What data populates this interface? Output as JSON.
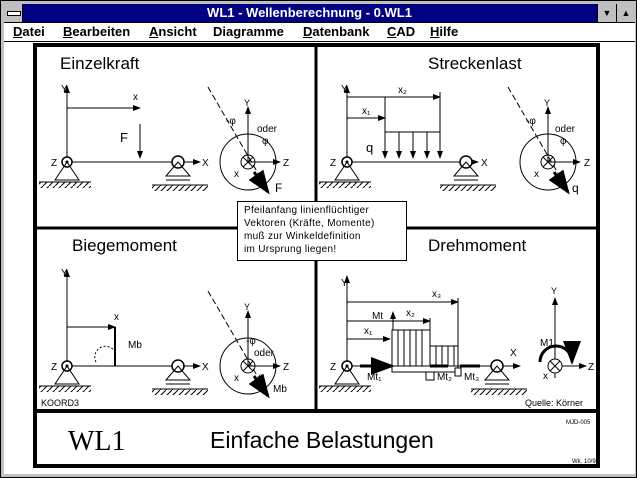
{
  "window": {
    "title": "WL1 - Wellenberechnung - 0.WL1",
    "minimize_glyph": "▼",
    "maximize_glyph": "▲"
  },
  "menu": [
    {
      "label": "Datei",
      "accel": "D",
      "rest": "atei"
    },
    {
      "label": "Bearbeiten",
      "accel": "B",
      "rest": "earbeiten"
    },
    {
      "label": "Ansicht",
      "accel": "A",
      "rest": "nsicht"
    },
    {
      "label": "Diagramme",
      "accel": "",
      "rest": "Diagramme"
    },
    {
      "label": "Datenbank",
      "accel": "D",
      "rest": "atenbank"
    },
    {
      "label": "CAD",
      "accel": "C",
      "rest": "AD"
    },
    {
      "label": "Hilfe",
      "accel": "H",
      "rest": "ilfe"
    }
  ],
  "drawing": {
    "quadrants": {
      "q1": {
        "title": "Einzelkraft",
        "y": "Y",
        "x_axis": "X",
        "z": "Z",
        "dist": "x",
        "force": "F",
        "neg_phi": "-φ",
        "oder": "oder",
        "phi": "φ",
        "x_small": "x",
        "z_small": "Z",
        "y_small": "Y",
        "force_small": "F"
      },
      "q2": {
        "title": "Streckenlast",
        "y": "Y",
        "x_axis": "X",
        "z": "Z",
        "x1": "x₁",
        "x2": "x₂",
        "load": "q",
        "neg_phi": "-φ",
        "oder": "oder",
        "phi": "φ",
        "x_small": "x",
        "z_small": "Z",
        "y_small": "Y",
        "load_small": "q"
      },
      "q3": {
        "title": "Biegemoment",
        "y": "Y",
        "x_axis": "X",
        "z": "Z",
        "dist": "x",
        "moment": "Mb",
        "neg_phi": "-φ",
        "oder": "oder",
        "phi": "φ",
        "x_small": "x",
        "z_small": "Z",
        "y_small": "Y",
        "moment_small": "Mb",
        "code": "KOORD3"
      },
      "q4": {
        "title": "Drehmoment",
        "y": "Y",
        "x_axis": "X",
        "z": "Z",
        "x1": "x₁",
        "x2": "x₂",
        "x3": "x₃",
        "mt": "Mt",
        "mt1": "Mt₁",
        "mt2": "Mt₂",
        "mt3": "Mt₃",
        "m1": "M1",
        "x_small": "x",
        "z_small": "Z",
        "y_small": "Y",
        "source": "Quelle:  Körner"
      }
    },
    "note": [
      "Pfeilanfang linienflüchtiger",
      "Vektoren (Kräfte, Momente)",
      "muß zur Winkeldefinition",
      "im Ursprung liegen!"
    ],
    "footer": {
      "logo": "WL1",
      "caption": "Einfache Belastungen",
      "drawing_no": "MJD-005",
      "version": "Wk. 10/94"
    }
  }
}
